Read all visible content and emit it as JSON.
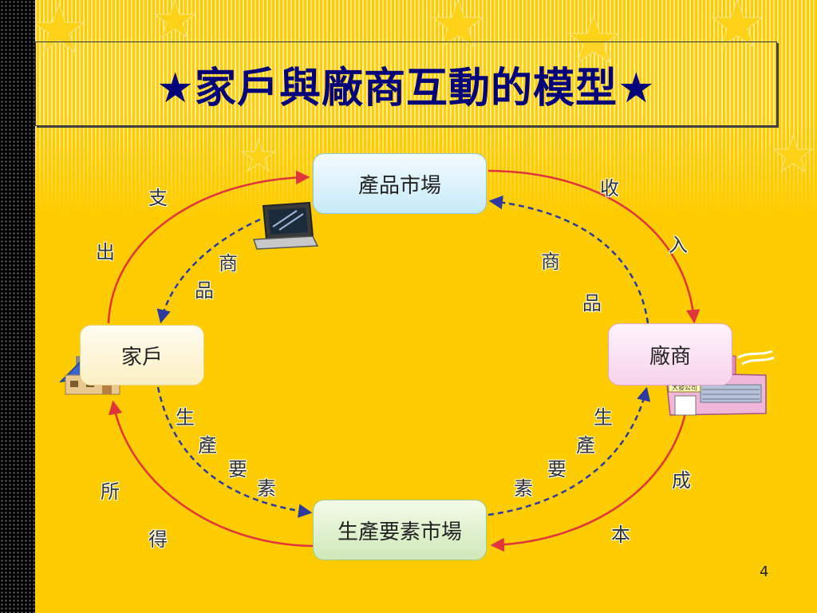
{
  "title": "★家戶與廠商互動的模型★",
  "nodes": {
    "product_market": "產品市場",
    "factor_market": "生產要素市場",
    "household": "家戶",
    "firm": "廠商"
  },
  "flow_labels": {
    "expenditure": [
      "支",
      "出"
    ],
    "revenue": [
      "收",
      "入"
    ],
    "goods_to_household": [
      "商",
      "品"
    ],
    "goods_from_firm": [
      "商",
      "品"
    ],
    "factors_from_household": [
      "生",
      "產",
      "要",
      "素"
    ],
    "factors_to_firm": [
      "生",
      "產",
      "要",
      "素"
    ],
    "income": [
      "所",
      "得"
    ],
    "cost": [
      "成",
      "本"
    ]
  },
  "firm_sign": "大發公司",
  "page_number": "4",
  "colors": {
    "background": "#ffcc00",
    "title": "#00007a",
    "money_arrow": "#e2353b",
    "goods_arrow": "#2e3a9e"
  },
  "icons": {
    "computer": "laptop-icon",
    "house": "house-icon",
    "factory": "factory-icon"
  }
}
